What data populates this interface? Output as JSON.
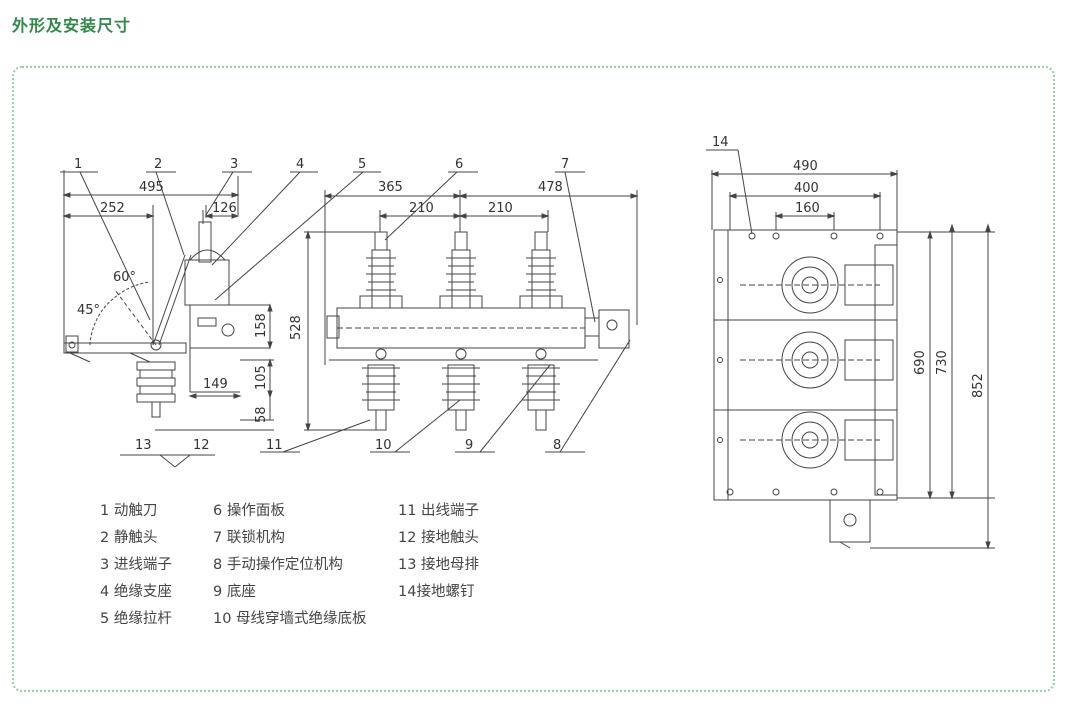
{
  "page_title": "外形及安装尺寸",
  "front_view": {
    "callouts": [
      "1",
      "2",
      "3",
      "4",
      "5",
      "6",
      "7"
    ],
    "bottom_callouts": [
      "13",
      "12",
      "11",
      "10",
      "9",
      "8"
    ],
    "dims": {
      "d495": "495",
      "d252": "252",
      "d126": "126",
      "d365": "365",
      "d478": "478",
      "d210a": "210",
      "d210b": "210",
      "d528": "528",
      "d158": "158",
      "d149": "149",
      "d105": "105",
      "d58": "58",
      "a60": "60°",
      "a45": "45°"
    }
  },
  "side_view": {
    "callout": "14",
    "dims": {
      "d490": "490",
      "d400": "400",
      "d160": "160",
      "d690": "690",
      "d730": "730",
      "d852": "852"
    }
  },
  "legend": {
    "col1": [
      "1 动触刀",
      "2 静触头",
      "3 进线端子",
      "4 绝缘支座",
      "5  绝缘拉杆"
    ],
    "col2": [
      "6 操作面板",
      "7 联锁机构",
      "8 手动操作定位机构",
      "9  底座",
      "10 母线穿墙式绝缘底板"
    ],
    "col3": [
      "11  出线端子",
      "12  接地触头",
      "13  接地母排",
      "14接地螺钉"
    ]
  }
}
